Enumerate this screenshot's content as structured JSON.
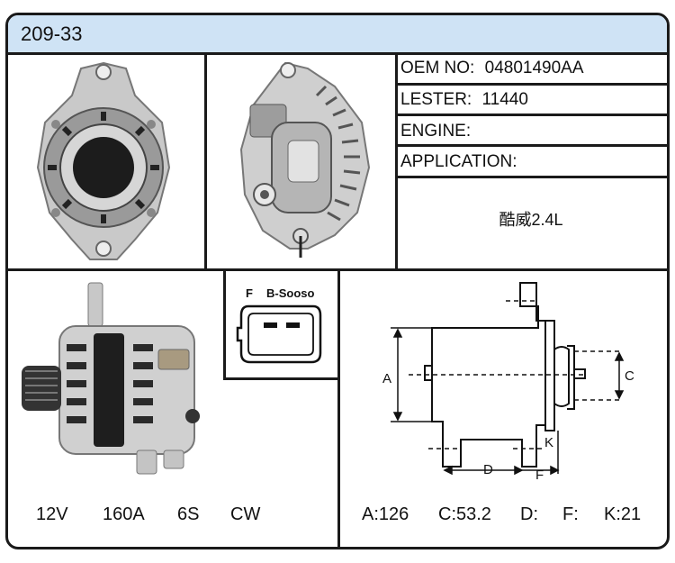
{
  "part_number": "209-33",
  "specs": {
    "oem_label": "OEM NO:",
    "oem_value": "04801490AA",
    "lester_label": "LESTER:",
    "lester_value": "11440",
    "engine_label": "ENGINE:",
    "engine_value": "",
    "application_label": "APPLICATION:",
    "application_value": "酷威2.4L"
  },
  "connector": {
    "label_f": "F",
    "label_b": "B-Sooso"
  },
  "electrical": {
    "voltage": "12V",
    "amperage": "160A",
    "pulley": "6S",
    "rotation": "CW"
  },
  "dimension_labels": {
    "a": "A",
    "c": "C",
    "d": "D",
    "f": "F",
    "k": "K"
  },
  "dimensions": {
    "a": "A:126",
    "c": "C:53.2",
    "d": "D:",
    "f": "F:",
    "k": "K:21"
  },
  "colors": {
    "title_bar": "#cfe3f5",
    "border": "#1a1a1a"
  }
}
